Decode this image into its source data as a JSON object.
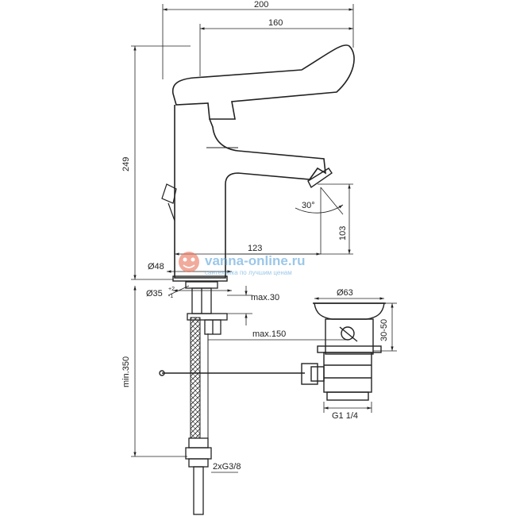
{
  "dimensions": {
    "total_width": "200",
    "spout_reach": "160",
    "total_height": "249",
    "spout_to_body": "123",
    "spout_height": "103",
    "spout_angle": "30°",
    "body_diameter": "Ø48",
    "hole_diameter": "Ø35",
    "hole_tolerance_upper": "+2",
    "hole_tolerance_lower": "-1",
    "max_deck": "max.30",
    "max_offset": "max.150",
    "min_hose": "min.350",
    "hose_connection": "2xG3/8",
    "waste_diameter": "Ø63",
    "waste_range": "30-50",
    "waste_thread": "G1 1/4"
  },
  "watermark": {
    "brand": "vanna-online.ru",
    "tagline": "сантехника по лучшим ценам"
  },
  "colors": {
    "line": "#222222",
    "watermark": "#4a9ad6",
    "watermark_icon": "#e8735a"
  }
}
